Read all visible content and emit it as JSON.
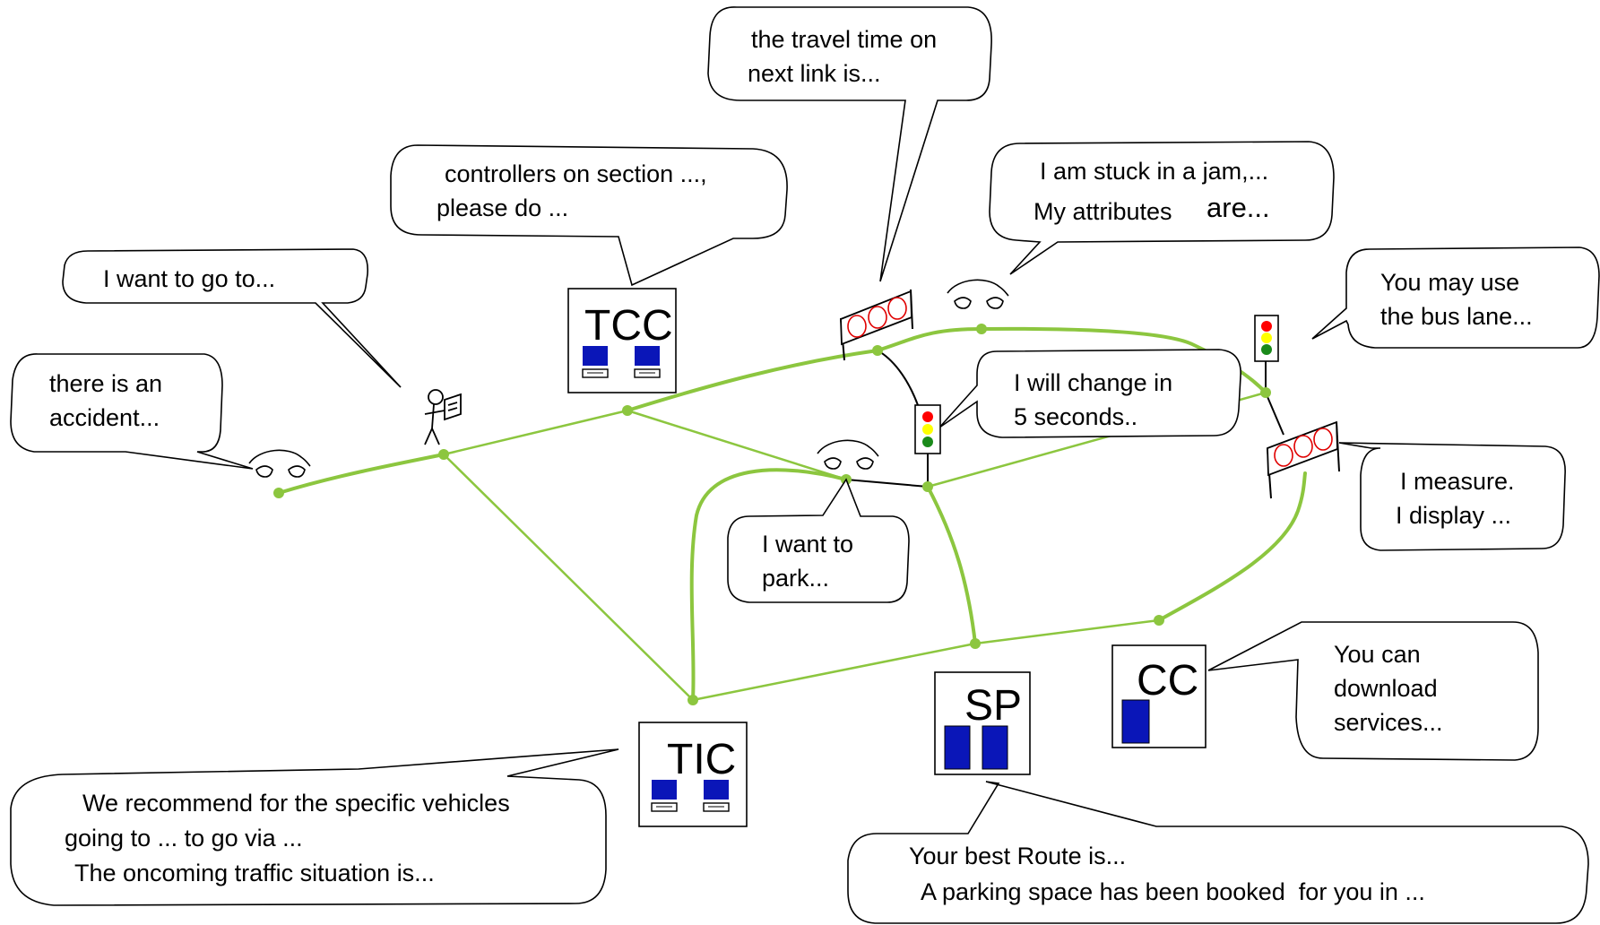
{
  "speech_bubbles": {
    "travel_time": [
      "the travel time on",
      "next link is..."
    ],
    "controllers": [
      "controllers on section ...,",
      "please do ..."
    ],
    "stuck_jam": [
      "I am stuck in a jam,...",
      "My attributes",
      "are..."
    ],
    "want_go": [
      "I want to go to..."
    ],
    "accident": [
      "there is an",
      "accident..."
    ],
    "bus_lane": [
      "You may use",
      "the bus lane..."
    ],
    "will_change": [
      "I will change in",
      "5 seconds.."
    ],
    "want_park": [
      "I want to",
      "park..."
    ],
    "measure": [
      "I measure.",
      "I display ..."
    ],
    "download": [
      "You can",
      "download",
      "services..."
    ],
    "recommend": [
      "We recommend for the specific vehicles",
      "going to ... to go via ...",
      "The oncoming traffic situation is..."
    ],
    "best_route": [
      "Your best Route is...",
      "A parking space has been booked  for you in ..."
    ]
  },
  "centers": {
    "tcc": "TCC",
    "tic": "TIC",
    "sp": "SP",
    "cc": "CC"
  },
  "colors": {
    "road_green": "#8cc63f",
    "screen_blue": "#0a16b8",
    "light_red": "#ff0000",
    "light_yellow": "#ffff00",
    "light_green": "#1a8a1a",
    "sign_red": "#e00000"
  }
}
